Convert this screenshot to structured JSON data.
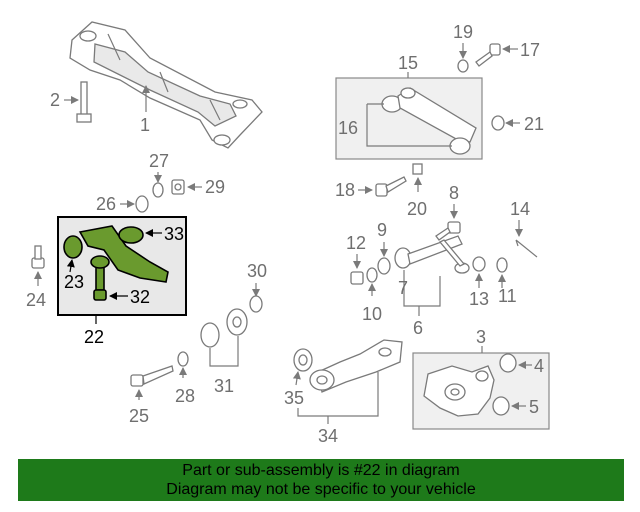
{
  "callouts": {
    "n1": "1",
    "n2": "2",
    "n3": "3",
    "n4": "4",
    "n5": "5",
    "n6": "6",
    "n7": "7",
    "n8": "8",
    "n9": "9",
    "n10": "10",
    "n11": "11",
    "n12": "12",
    "n13": "13",
    "n14": "14",
    "n15": "15",
    "n16": "16",
    "n17": "17",
    "n18": "18",
    "n19": "19",
    "n20": "20",
    "n21": "21",
    "n22": "22",
    "n23": "23",
    "n24": "24",
    "n25": "25",
    "n26": "26",
    "n27": "27",
    "n28": "28",
    "n29": "29",
    "n30": "30",
    "n31": "31",
    "n32": "32",
    "n33": "33",
    "n34": "34",
    "n35": "35"
  },
  "highlighted_part": "22",
  "colors": {
    "highlight": "#6a9a2e",
    "banner": "#1e7a1a"
  },
  "banner": {
    "line1": "Part or sub-assembly is #22 in diagram",
    "line2": "Diagram may not be specific to your vehicle"
  }
}
